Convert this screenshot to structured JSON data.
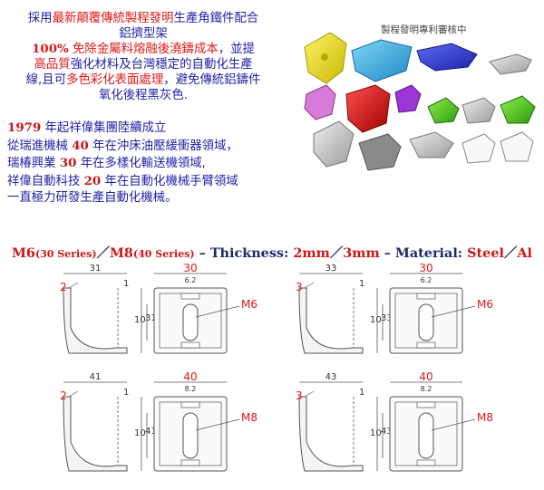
{
  "intro": {
    "line1_a": "採用",
    "line1_b": "最新顛覆傳統製程發明",
    "line1_c": "生產角鐵件配合",
    "line2": "鋁擠型架",
    "line3_a": "100%",
    "line3_b": " 免除金屬料熔融後澆鑄成本",
    "line3_c": "，並提",
    "line4_a": "高品質",
    "line4_b": "強化材料及台灣穩定的自動化生產",
    "line5_a": "線,且可",
    "line5_b": "多色彩化表面處理",
    "line5_c": "，避免傳統鋁鑄件",
    "line6": "氧化後程黑灰色."
  },
  "photo": {
    "caption": "製程發明專利審核中"
  },
  "history": {
    "l1_year": "1979",
    "l1_text": " 年起祥偉集團陸續成立",
    "l2_a": "從瑞進機械 ",
    "l2_num": "40",
    "l2_b": " 年在沖床油壓緩衝器領域，",
    "l3_a": "瑞椿興業 ",
    "l3_num": "30",
    "l3_b": " 年在多樣化輸送機領域,",
    "l4_a": "祥偉自動科技  ",
    "l4_num": "20",
    "l4_b": "  年在自動化機械手臂領域",
    "l5": "一直極力研發生產自動化機械。"
  },
  "spec": {
    "m6": "M6",
    "m6_series": "(30 Series)",
    "slash1": "／",
    "m8": "M8",
    "m8_series": "(40 Series)",
    "dash1": " – Thickness: ",
    "t2": "2mm",
    "slash2": "／",
    "t3": "3mm",
    "dash2": " – Material: ",
    "steel": "Steel",
    "slash3": "／",
    "al": "Al"
  },
  "drawings": [
    {
      "thk": "2",
      "len": "31",
      "side": "31",
      "thin": "1",
      "width": "30",
      "slot": "6.2",
      "hole": "10",
      "bolt": "M6"
    },
    {
      "thk": "3",
      "len": "33",
      "side": "33",
      "thin": "1",
      "width": "30",
      "slot": "6.2",
      "hole": "10",
      "bolt": "M6"
    },
    {
      "thk": "2",
      "len": "41",
      "side": "41",
      "thin": "1",
      "width": "40",
      "slot": "8.2",
      "hole": "10",
      "bolt": "M8"
    },
    {
      "thk": "3",
      "len": "43",
      "side": "43",
      "thin": "1",
      "width": "40",
      "slot": "8.2",
      "hole": "10",
      "bolt": "M8"
    }
  ],
  "colors": {
    "blue_text": "#1f1fa8",
    "red_text": "#e01818",
    "spec_navy": "#1b2a6b",
    "drawing_line": "#555555"
  }
}
